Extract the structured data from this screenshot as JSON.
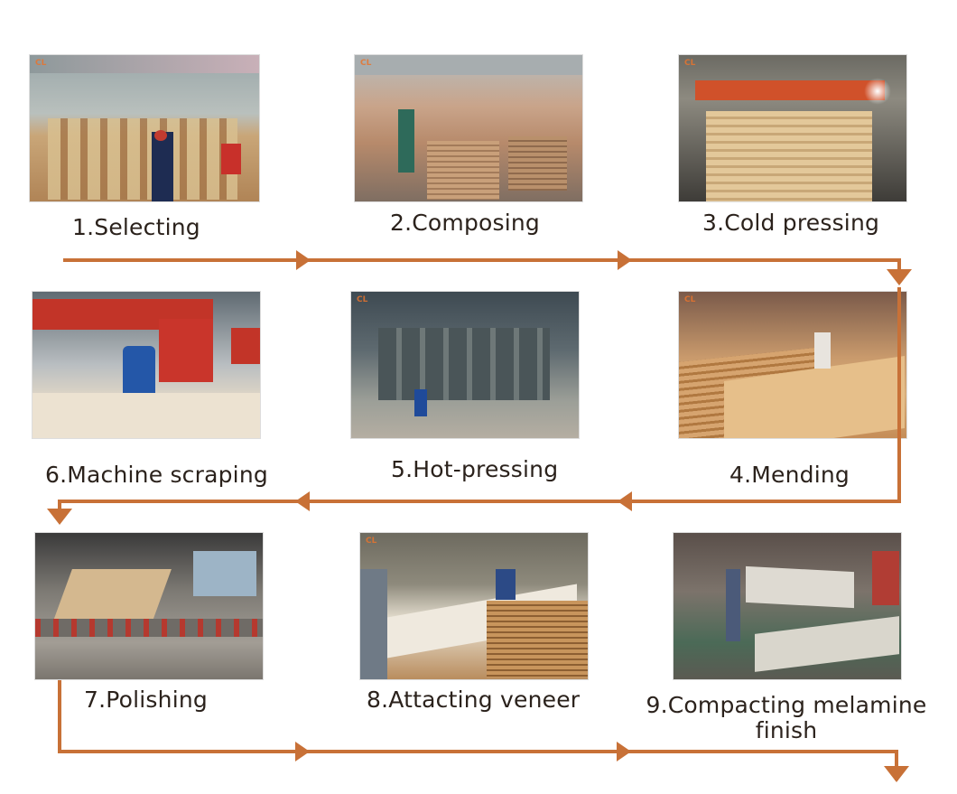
{
  "diagram": {
    "type": "process-flow",
    "accent_color": "#c87137",
    "steps": [
      {
        "number": 1,
        "label": "1.Selecting",
        "photo": "warehouse-veneer-stacks-photo"
      },
      {
        "number": 2,
        "label": "2.Composing",
        "photo": "workers-stacking-veneer-photo"
      },
      {
        "number": 3,
        "label": "3.Cold pressing",
        "photo": "cold-press-machine-photo"
      },
      {
        "number": 4,
        "label": "4.Mending",
        "photo": "workers-mending-panels-photo"
      },
      {
        "number": 5,
        "label": "5.Hot-pressing",
        "photo": "hot-press-line-photo"
      },
      {
        "number": 6,
        "label": "6.Machine scraping",
        "photo": "scraping-machine-photo"
      },
      {
        "number": 7,
        "label": "7.Polishing",
        "photo": "polishing-line-photo"
      },
      {
        "number": 8,
        "label": "8.Attacting veneer",
        "photo": "attaching-veneer-photo"
      },
      {
        "number": 9,
        "label": "9.Compacting melamine",
        "label_line2": "finish",
        "photo": "melamine-press-photo"
      }
    ],
    "watermark": "CL"
  }
}
